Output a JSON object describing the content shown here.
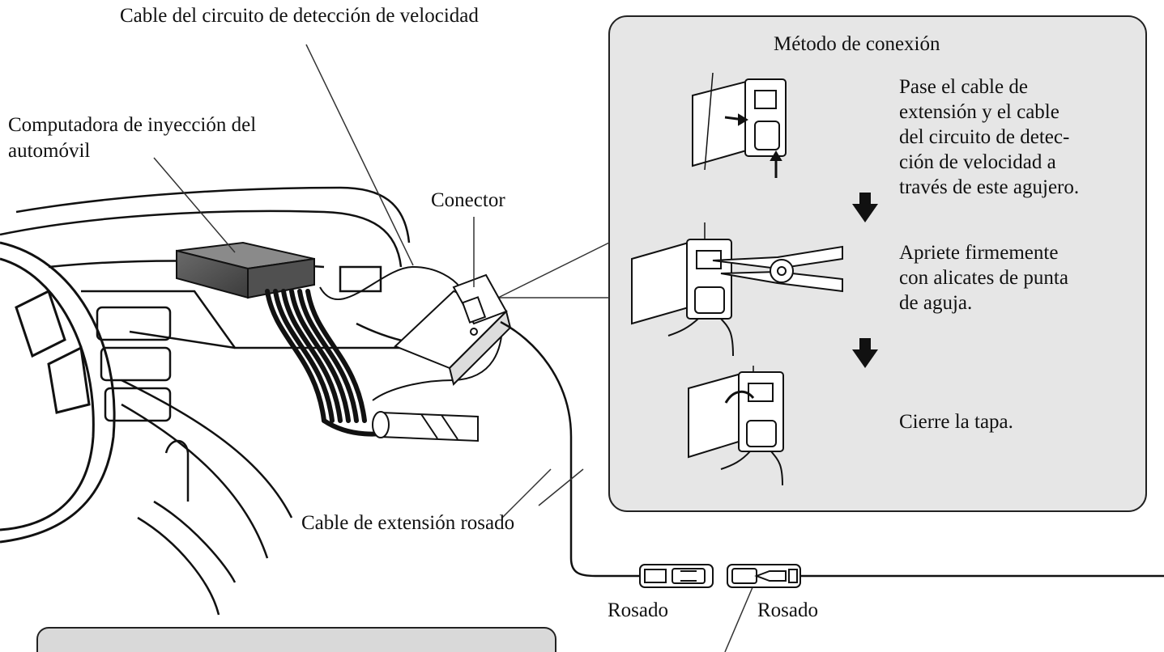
{
  "labels": {
    "speed_cable": "Cable del circuito de detección de velocidad",
    "computer_line1": "Computadora de inyección del",
    "computer_line2": "automóvil",
    "connector": "Conector",
    "extension_cable": "Cable de extensión rosado",
    "pink_left": "Rosado",
    "pink_right": "Rosado"
  },
  "method_panel": {
    "title": "Método de conexión",
    "steps": [
      {
        "lines": [
          "Pase el cable de",
          "extensión y el cable",
          "del circuito de detec-",
          "ción de velocidad a",
          "través de este agujero."
        ]
      },
      {
        "lines": [
          "Apriete firmemente",
          "con alicates de punta",
          "de aguja."
        ]
      },
      {
        "lines": [
          "Cierre la tapa."
        ]
      }
    ]
  },
  "colors": {
    "panel_fill": "#e6e6e6",
    "ink": "#111111",
    "note_fill": "#d9d9d9"
  },
  "icons": [
    "down-arrow-icon",
    "connector-icon",
    "pliers-icon"
  ]
}
